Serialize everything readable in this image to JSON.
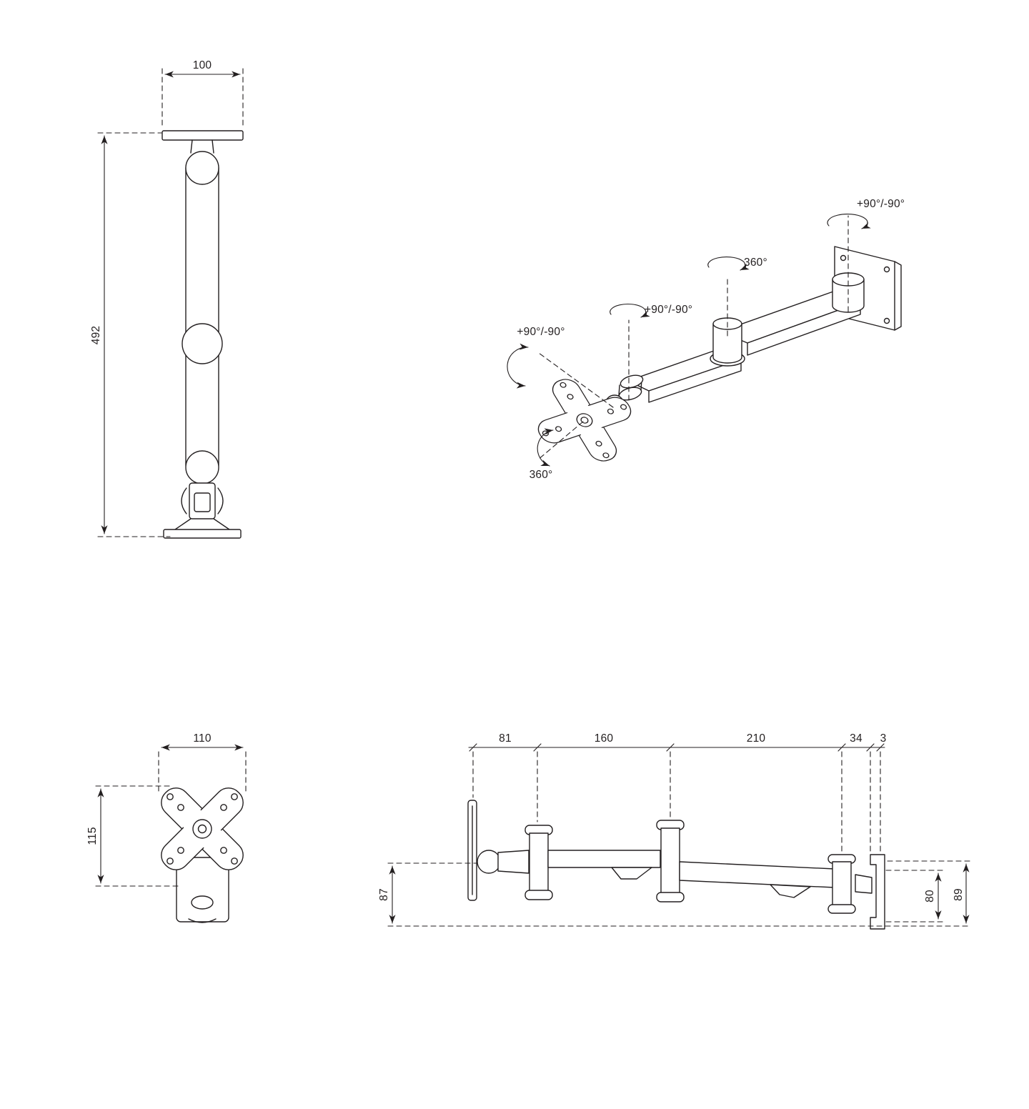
{
  "colors": {
    "background": "#ffffff",
    "line": "#231f20"
  },
  "views": {
    "side_vertical": {
      "dim_top_width": "100",
      "dim_overall_height": "492"
    },
    "isometric": {
      "rot_wall_joint": "+90°/-90°",
      "rot_mid_joint": "360°",
      "rot_elbow_joint": "+90°/-90°",
      "rot_head_tilt": "+90°/-90°",
      "rot_vesa_spin": "360°"
    },
    "vesa_front": {
      "dim_width": "110",
      "dim_height": "115"
    },
    "side_horizontal": {
      "dim_wall_to_joint1": "81",
      "dim_joint1_to_joint2": "160",
      "dim_joint2_to_joint3": "210",
      "dim_joint3_to_rail": "34",
      "dim_rail_gap": "3",
      "dim_height_left": "87",
      "dim_rail_inner_height": "80",
      "dim_rail_outer_height": "89"
    }
  }
}
